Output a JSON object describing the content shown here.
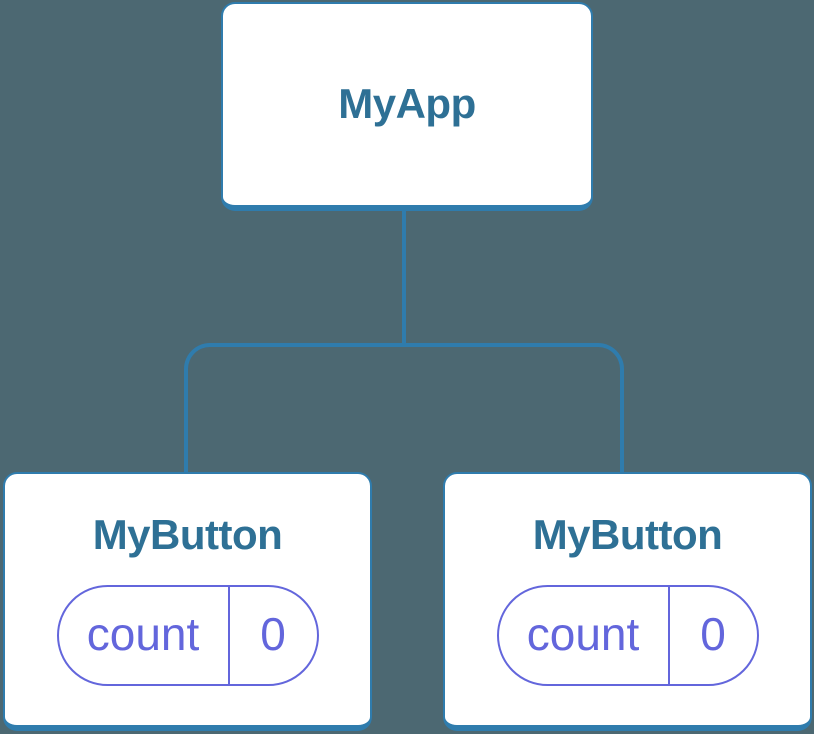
{
  "diagram": {
    "type": "component-tree",
    "colors": {
      "background": "#4C6872",
      "node_fill": "#FFFFFF",
      "node_border": "#2F7CAD",
      "connector": "#2F7CAD",
      "node_title_text": "#2E7095",
      "state_badge": "#6366DC"
    },
    "root": {
      "label": "MyApp"
    },
    "children": [
      {
        "label": "MyButton",
        "state": {
          "name": "count",
          "value": "0"
        }
      },
      {
        "label": "MyButton",
        "state": {
          "name": "count",
          "value": "0"
        }
      }
    ]
  }
}
